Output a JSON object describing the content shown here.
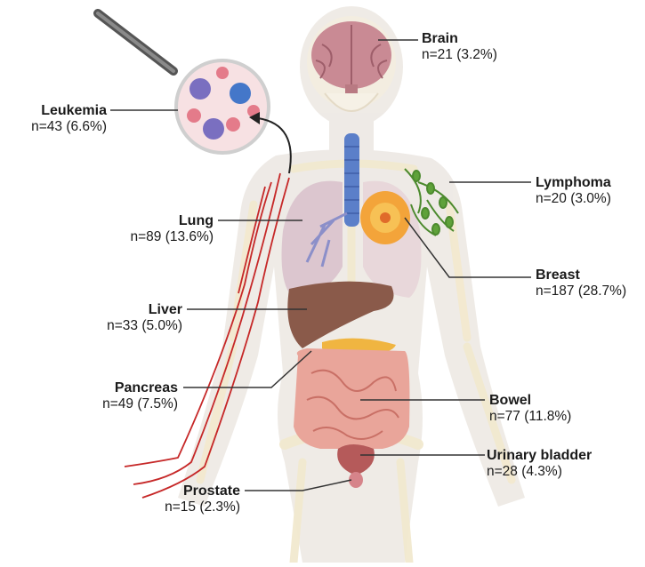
{
  "labels": {
    "brain": {
      "name": "Brain",
      "count": "n=21 (3.2%)"
    },
    "leukemia": {
      "name": "Leukemia",
      "count": "n=43 (6.6%)"
    },
    "lymphoma": {
      "name": "Lymphoma",
      "count": "n=20 (3.0%)"
    },
    "lung": {
      "name": "Lung",
      "count": "n=89 (13.6%)"
    },
    "breast": {
      "name": "Breast",
      "count": "n=187 (28.7%)"
    },
    "liver": {
      "name": "Liver",
      "count": "n=33 (5.0%)"
    },
    "pancreas": {
      "name": "Pancreas",
      "count": "n=49 (7.5%)"
    },
    "bowel": {
      "name": "Bowel",
      "count": "n=77 (11.8%)"
    },
    "urinary_bladder": {
      "name": "Urinary bladder",
      "count": "n=28 (4.3%)"
    },
    "prostate": {
      "name": "Prostate",
      "count": "n=15 (2.3%)"
    }
  },
  "colors": {
    "body": "#ece7e2",
    "bone": "#f2e9cf",
    "brain": "#c98a94",
    "lung": "#dcc6cf",
    "liver": "#8a5a4a",
    "bowel": "#e9a59a",
    "blood_vessel": "#c62828",
    "lymph": "#4c8a2e",
    "trachea": "#5b7fc9",
    "breast": "#f3a43a"
  }
}
